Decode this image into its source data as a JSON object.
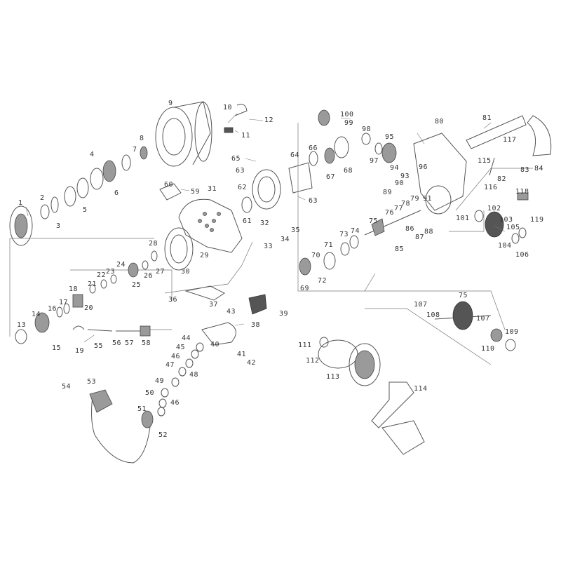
{
  "diagram": {
    "labels": [
      "1",
      "2",
      "3",
      "4",
      "5",
      "6",
      "7",
      "8",
      "9",
      "10",
      "11",
      "12",
      "13",
      "14",
      "15",
      "16",
      "17",
      "18",
      "19",
      "20",
      "21",
      "22",
      "23",
      "24",
      "25",
      "26",
      "27",
      "28",
      "29",
      "30",
      "31",
      "32",
      "33",
      "34",
      "35",
      "36",
      "37",
      "38",
      "39",
      "40",
      "41",
      "42",
      "43",
      "44",
      "45",
      "46",
      "47",
      "48",
      "49",
      "50",
      "51",
      "46",
      "52",
      "53",
      "54",
      "55",
      "56",
      "57",
      "58",
      "59",
      "60",
      "61",
      "62",
      "63",
      "63",
      "64",
      "65",
      "66",
      "67",
      "68",
      "69",
      "70",
      "71",
      "72",
      "73",
      "74",
      "75",
      "76",
      "77",
      "78",
      "79",
      "80",
      "81",
      "82",
      "83",
      "84",
      "85",
      "86",
      "87",
      "88",
      "89",
      "90",
      "91",
      "93",
      "94",
      "95",
      "96",
      "97",
      "98",
      "99",
      "100",
      "101",
      "102",
      "103",
      "104",
      "105",
      "106",
      "107",
      "108",
      "75",
      "107",
      "109",
      "110",
      "111",
      "112",
      "113",
      "114",
      "115",
      "116",
      "117",
      "118",
      "119"
    ]
  }
}
